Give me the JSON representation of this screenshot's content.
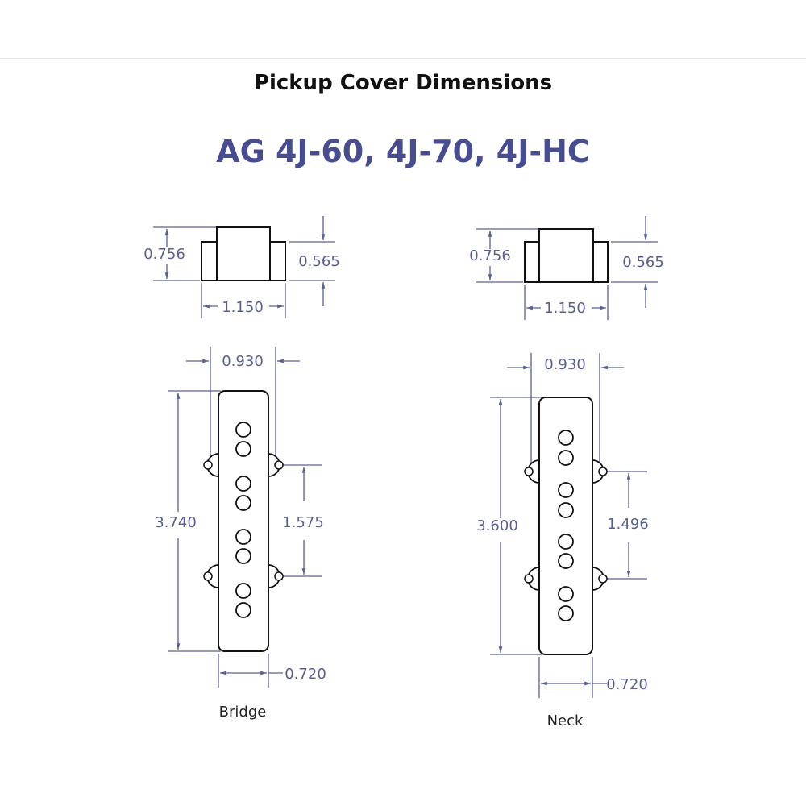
{
  "header": {
    "title": "Pickup Cover Dimensions",
    "subtitle": "AG 4J-60, 4J-70, 4J-HC"
  },
  "colors": {
    "dimension": "#5a5f8f",
    "outline": "#111111",
    "subtitle": "#474d8f"
  },
  "bridge": {
    "label": "Bridge",
    "total_height": "0.756",
    "side_height": "0.565",
    "top_width": "1.150",
    "mount_span": "0.930",
    "length": "3.740",
    "hole_spacing": "1.575",
    "width": "0.720"
  },
  "neck": {
    "label": "Neck",
    "total_height": "0.756",
    "side_height": "0.565",
    "top_width": "1.150",
    "mount_span": "0.930",
    "length": "3.600",
    "hole_spacing": "1.496",
    "width": "0.720"
  }
}
